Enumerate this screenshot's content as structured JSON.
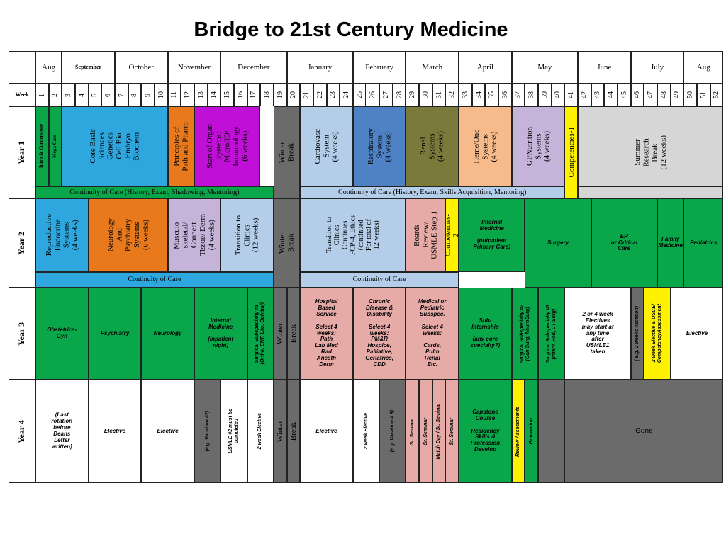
{
  "title": "Bridge to 21st Century Medicine",
  "colors": {
    "green": "#0aa64a",
    "blue": "#2ea7df",
    "grey": "#6b6b6b",
    "lightgrey": "#d6d6d6",
    "lightblue": "#b4cde9",
    "orange": "#e87a1d",
    "magenta": "#c010d8",
    "yellow": "#fff200",
    "pink": "#e6aaa7",
    "olive": "#7b7a3b",
    "peach": "#f7ba8a",
    "lavender": "#c5b3d9",
    "midblue": "#4e82c4",
    "white": "#ffffff"
  },
  "header": {
    "months": [
      {
        "label": "Aug"
      },
      {
        "label": "September"
      },
      {
        "label": "October"
      },
      {
        "label": "November"
      },
      {
        "label": "December"
      },
      {
        "label": "January"
      },
      {
        "label": "February"
      },
      {
        "label": "March"
      },
      {
        "label": "April"
      },
      {
        "label": "May"
      },
      {
        "label": "June"
      },
      {
        "label": "July"
      },
      {
        "label": "Aug"
      }
    ],
    "week_label": "Week",
    "weeks": [
      "1",
      "2",
      "3",
      "4",
      "5",
      "6",
      "7",
      "8",
      "9",
      "10",
      "11",
      "12",
      "13",
      "14",
      "15",
      "16",
      "17",
      "18",
      "19",
      "20",
      "21",
      "22",
      "23",
      "24",
      "25",
      "26",
      "27",
      "28",
      "29",
      "30",
      "31",
      "32",
      "33",
      "34",
      "35",
      "36",
      "37",
      "38",
      "39",
      "40",
      "41",
      "42",
      "43",
      "44",
      "45",
      "46",
      "47",
      "48",
      "49",
      "50",
      "51",
      "52"
    ]
  },
  "years": [
    {
      "label": "Year 1"
    },
    {
      "label": "Year 2"
    },
    {
      "label": "Year 3"
    },
    {
      "label": "Year 4"
    }
  ],
  "cells": [
    {
      "text": "Intro & Cornerstone",
      "color": "green",
      "style": "rot serif bold",
      "fs": 7
    },
    {
      "text": "Mega Case",
      "color": "green",
      "style": "rot serif bold",
      "fs": 7
    },
    {
      "text": "Core Basic\nSciences\nGenetics\nCell Bio\nEmbryo\nBiochem",
      "color": "blue",
      "style": "rot serif",
      "fs": 11
    },
    {
      "text": "Principles of\nPath and Pharm",
      "color": "orange",
      "style": "rot serif",
      "fs": 11
    },
    {
      "text": "Start of Organ\nSystems:\nMicro/ID/\nImmunology\n(6 weeks)",
      "color": "magenta",
      "style": "rot serif",
      "fs": 11
    },
    {
      "text": "Winter\nBreak",
      "color": "grey",
      "style": "rot serif",
      "fs": 11
    },
    {
      "text": "Cardiovasc\nSystem\n(4 weeks)",
      "color": "lightblue",
      "style": "rot serif",
      "fs": 11
    },
    {
      "text": "Respiratory\nSystem\n(4 weeks)",
      "color": "midblue",
      "style": "rot serif",
      "fs": 11
    },
    {
      "text": "Renal\nSystems\n(4 weeks)",
      "color": "olive",
      "style": "rot serif",
      "fs": 11
    },
    {
      "text": "Heme/Onc\nSystems\n(4 weeks)",
      "color": "peach",
      "style": "rot serif",
      "fs": 11
    },
    {
      "text": "GI/Nutrition\nSystems\n(4 weeks)",
      "color": "lavender",
      "style": "rot serif",
      "fs": 11
    },
    {
      "text": "Competencies-1",
      "color": "yellow",
      "style": "rot serif",
      "fs": 11
    },
    {
      "text": "Summer\nResearch\nBreak\n(12 weeks)",
      "color": "lightgrey",
      "style": "rot serif",
      "fs": 11
    },
    {
      "text": "Continuity of Care (History, Exam, Shadowing, Mentoring)",
      "color": "green",
      "style": "hz serif",
      "fs": 10
    },
    {
      "text": "Continuity of Care (History, Exam, Skills Acquisition, Mentoring)",
      "color": "lightblue",
      "style": "hz serif",
      "fs": 10
    },
    {
      "text": "",
      "color": "lightgrey",
      "style": "hz",
      "fs": 10
    },
    {
      "text": "Reproductive\nEndocrine\nSystems\n(4 weeks)",
      "color": "blue",
      "style": "rot serif",
      "fs": 11
    },
    {
      "text": "Neurology\nAnd\nPsychiatry\nSystems\n(6 weeks)",
      "color": "orange",
      "style": "rot serif",
      "fs": 11
    },
    {
      "text": "Musculo-\nskeletal/\nConnect\nTissue/ Derm\n(4 weeks)",
      "color": "lavender",
      "style": "rot serif",
      "fs": 11
    },
    {
      "text": "Transition to\nClinics\n(12 weeks)",
      "color": "lightblue",
      "style": "rot serif",
      "fs": 11
    },
    {
      "text": "Winter\nBreak",
      "color": "grey",
      "style": "rot serif",
      "fs": 11
    },
    {
      "text": "Transition to\nClinics\nContinues\nFCP-4, Ethics\n(continued\nFor total of\n12 weeks)",
      "color": "lightblue",
      "style": "rot serif",
      "fs": 10
    },
    {
      "text": "Boards\nReview/\nUSMLE Step 1",
      "color": "pink",
      "style": "rot serif",
      "fs": 11
    },
    {
      "text": "Competencies-\n2",
      "color": "yellow",
      "style": "rot serif",
      "fs": 10
    },
    {
      "text": "Internal\nMedicine\n\n(outpatient\nPrimary Care)",
      "color": "green",
      "style": "hz bi",
      "fs": 8
    },
    {
      "text": "Surgery",
      "color": "green",
      "style": "hz bi",
      "fs": 8
    },
    {
      "text": "ER\nor Critical\nCare",
      "color": "green",
      "style": "hz bi",
      "fs": 8
    },
    {
      "text": "Family\nMedicine",
      "color": "green",
      "style": "hz bi",
      "fs": 8
    },
    {
      "text": "Pediatrics",
      "color": "green",
      "style": "hz bi",
      "fs": 8
    },
    {
      "text": "Continuity of Care",
      "color": "blue",
      "style": "hz serif",
      "fs": 10
    },
    {
      "text": "Continuity of Care",
      "color": "lightblue",
      "style": "hz serif",
      "fs": 10
    },
    {
      "text": "Obstetrics-\nGyn",
      "color": "green",
      "style": "hz bi",
      "fs": 8
    },
    {
      "text": "Psychiatry",
      "color": "green",
      "style": "hz bi",
      "fs": 8
    },
    {
      "text": "Neurology",
      "color": "green",
      "style": "hz bi",
      "fs": 8
    },
    {
      "text": "Internal\nMedicine\n\n(inpatient\nnight)",
      "color": "green",
      "style": "hz bi",
      "fs": 8
    },
    {
      "text": "Surgical Subspecialty #1\n(Ortho, ENT, Uro, Ophthal)",
      "color": "green",
      "style": "rot bi",
      "fs": 7
    },
    {
      "text": "Winter",
      "color": "grey",
      "style": "rot serif",
      "fs": 11
    },
    {
      "text": "Break",
      "color": "grey",
      "style": "rot serif",
      "fs": 11
    },
    {
      "text": "Hospital\nBased\nService\n\nSelect 4\nweeks:\nPath\nLab Med\nRad\nAnesth\nDerm",
      "color": "pink",
      "style": "hz bi",
      "fs": 8
    },
    {
      "text": "Chronic\nDisease &\nDisability\n\nSelect 4\nweeks:\nPM&R\nHospice,\nPalliative,\nGeriatrics,\nCDD",
      "color": "pink",
      "style": "hz bi",
      "fs": 8
    },
    {
      "text": "Medical or\nPediatric\nSubspec.\n\nSelect 4\nweeks:\n\nCards,\nPulm\nRenal\nEtc.",
      "color": "pink",
      "style": "hz bi",
      "fs": 8
    },
    {
      "text": "Sub-\nInternship\n\n(any core\nspecialty?)",
      "color": "green",
      "style": "hz bi",
      "fs": 8
    },
    {
      "text": "Surgical Subspecialty #2\n(Gen Surg, NeuroSurg)",
      "color": "green",
      "style": "rot bi",
      "fs": 7
    },
    {
      "text": "Surgical Subspecialty #3\n(Interv. Rad, CT Surg)",
      "color": "green",
      "style": "rot bi",
      "fs": 7
    },
    {
      "text": "2 or 4 week\nElectives\nmay start at\nany time\nafter\nUSMLE1\ntaken",
      "color": "white",
      "style": "hz bi",
      "fs": 8
    },
    {
      "text": "( e.g. 2 weeks vacation)",
      "color": "grey",
      "style": "rot bi",
      "fs": 7
    },
    {
      "text": "2 week Elective & OSCE/\nCompetencyAssessment",
      "color": "yellow",
      "style": "rot bi",
      "fs": 7
    },
    {
      "text": "Elective",
      "color": "white",
      "style": "hz bi",
      "fs": 8
    },
    {
      "text": "(Last\nrotation\nbefore\nDeans\nLetter\nwritten)",
      "color": "white",
      "style": "hz bi",
      "fs": 8
    },
    {
      "text": "Elective",
      "color": "white",
      "style": "hz bi",
      "fs": 8
    },
    {
      "text": "Elective",
      "color": "white",
      "style": "hz bi",
      "fs": 8
    },
    {
      "text": "(e.g. Vacation #2)",
      "color": "grey",
      "style": "rot bi",
      "fs": 7
    },
    {
      "text": "USMLE #2 must be\ncompleted",
      "color": "white",
      "style": "rot bi",
      "fs": 7
    },
    {
      "text": "2 week Elective",
      "color": "white",
      "style": "rot bi",
      "fs": 7
    },
    {
      "text": "Winter",
      "color": "grey",
      "style": "rot serif",
      "fs": 11
    },
    {
      "text": "Break",
      "color": "grey",
      "style": "rot serif",
      "fs": 11
    },
    {
      "text": "Elective",
      "color": "white",
      "style": "hz bi",
      "fs": 8
    },
    {
      "text": "2 week Elective",
      "color": "white",
      "style": "rot bi",
      "fs": 7
    },
    {
      "text": "(e.g. Vacation # 3)",
      "color": "grey",
      "style": "rot bi",
      "fs": 7
    },
    {
      "text": "Sr. Seminar",
      "color": "pink",
      "style": "rot bi",
      "fs": 7
    },
    {
      "text": "Sr. Seminar",
      "color": "pink",
      "style": "rot bi",
      "fs": 7
    },
    {
      "text": "Match Day / Sr. Seminar",
      "color": "pink",
      "style": "rot bi",
      "fs": 7
    },
    {
      "text": "Sr. Seminar",
      "color": "pink",
      "style": "rot bi",
      "fs": 7
    },
    {
      "text": "Capstone\nCourse\n\nResidency\nSkills &\nProfession\nDevelop",
      "color": "green",
      "style": "hz bi",
      "fs": 8
    },
    {
      "text": "Review Assessments",
      "color": "yellow",
      "style": "rot bi",
      "fs": 7
    },
    {
      "text": "Graduation",
      "color": "green",
      "style": "rot bi",
      "fs": 7
    },
    {
      "text": "",
      "color": "grey",
      "style": "hz",
      "fs": 8
    },
    {
      "text": "Gone",
      "color": "grey",
      "style": "hz sans",
      "fs": 10
    }
  ]
}
